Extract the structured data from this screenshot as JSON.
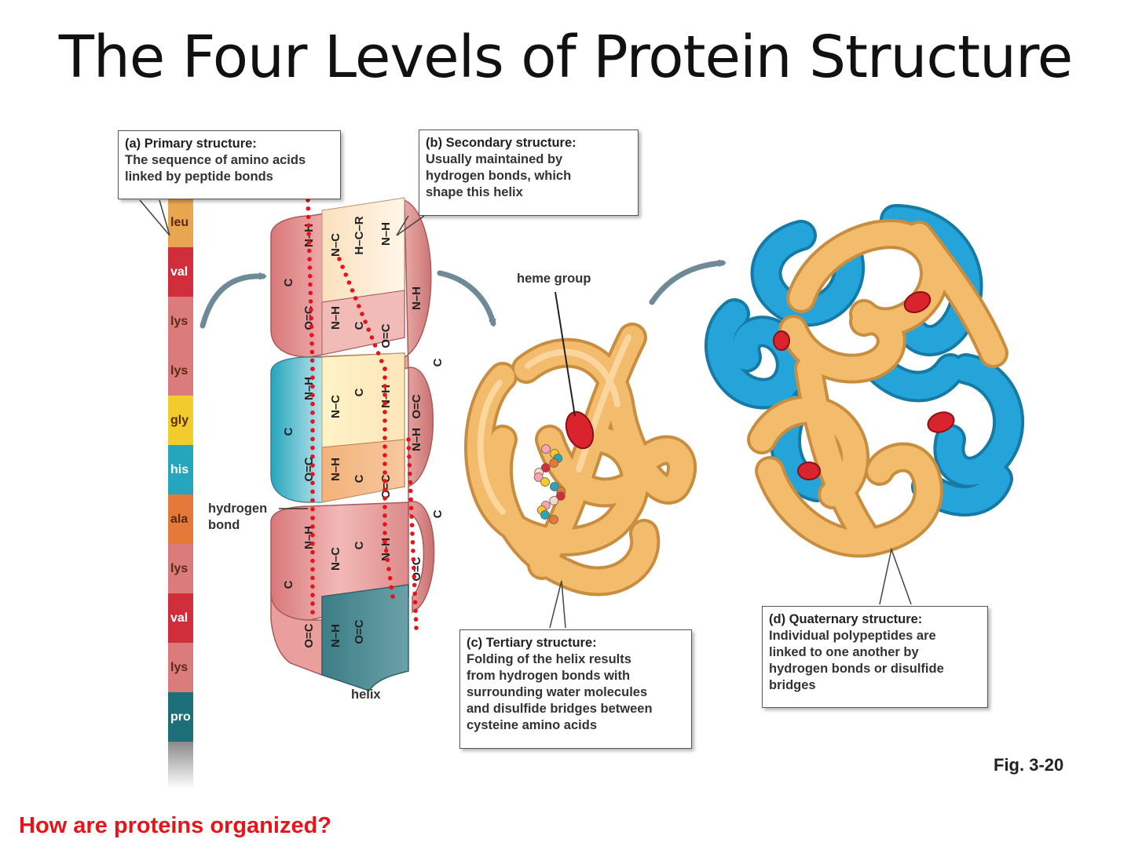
{
  "title": "The Four Levels of Protein Structure",
  "primary": {
    "heading": "(a) Primary structure:",
    "body": "The sequence of amino acids\nlinked by peptide bonds",
    "amino_acids": [
      {
        "label": "leu",
        "color": "#e8a650"
      },
      {
        "label": "val",
        "color": "#cf2e3a"
      },
      {
        "label": "lys",
        "color": "#db7b7b"
      },
      {
        "label": "lys",
        "color": "#db7b7b"
      },
      {
        "label": "gly",
        "color": "#f1cc2c"
      },
      {
        "label": "his",
        "color": "#25a6bd"
      },
      {
        "label": "ala",
        "color": "#e47a39"
      },
      {
        "label": "lys",
        "color": "#db7b7b"
      },
      {
        "label": "val",
        "color": "#cf2e3a"
      },
      {
        "label": "lys",
        "color": "#db7b7b"
      },
      {
        "label": "pro",
        "color": "#1c6e78"
      }
    ]
  },
  "secondary": {
    "heading": "(b) Secondary structure:",
    "body": "Usually maintained by\nhydrogen bonds, which\nshape this helix",
    "hydrogen_bond_label": "hydrogen\nbond",
    "helix_label": "helix"
  },
  "tertiary": {
    "heading": "(c) Tertiary structure:",
    "body": "Folding of the helix results\nfrom hydrogen bonds with\nsurrounding water molecules\nand disulfide bridges between\ncysteine amino acids",
    "heme_label": "heme group"
  },
  "quaternary": {
    "heading": "(d) Quaternary structure:",
    "body": "Individual polypeptides are\nlinked to one another by\nhydrogen bonds or disulfide\nbridges"
  },
  "figure_label": "Fig. 3-20",
  "question": "How are proteins organized?",
  "colors": {
    "protein_tan": "#f2b867",
    "protein_blue": "#1f9bd0",
    "heme_red": "#d9232d",
    "question_red": "#e8141c",
    "arrow": "#6f8a97"
  }
}
